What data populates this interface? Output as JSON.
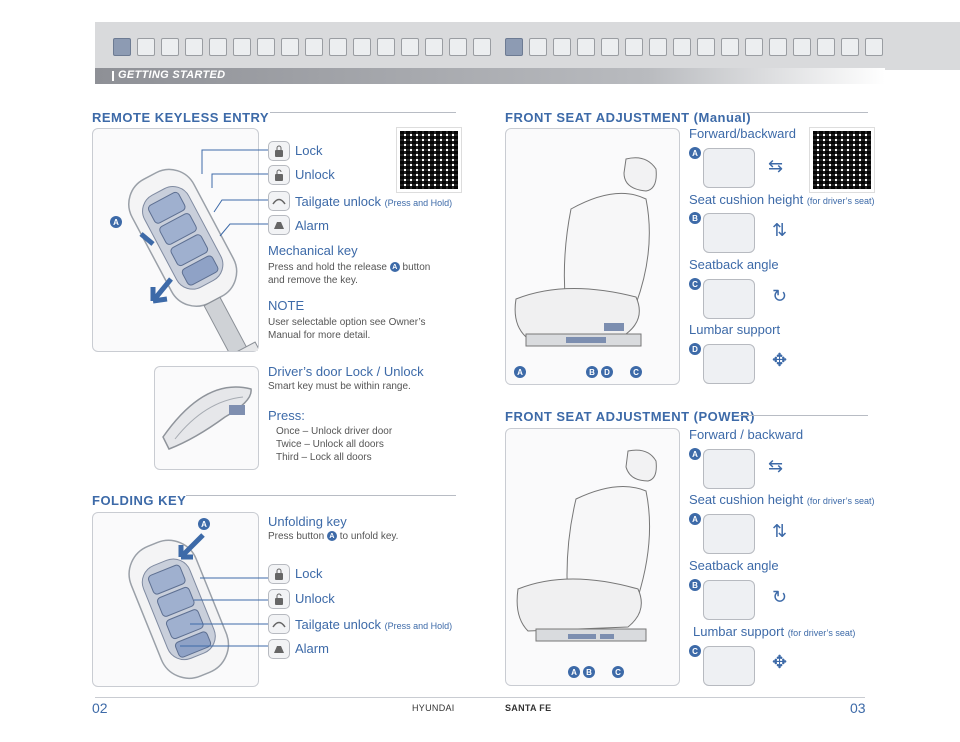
{
  "header": {
    "section": "GETTING STARTED"
  },
  "remote": {
    "title": "REMOTE KEYLESS ENTRY",
    "lock": "Lock",
    "unlock": "Unlock",
    "tailgate": "Tailgate unlock",
    "tailgate_note": "(Press and Hold)",
    "alarm": "Alarm",
    "mech_title": "Mechanical key",
    "mech_body_1": "Press and hold the release",
    "mech_body_2": "button",
    "mech_body_3": "and remove the key.",
    "note_title": "NOTE",
    "note_body": "User selectable option see Owner’s Manual for more detail.",
    "door_title": "Driver’s door Lock / Unlock",
    "door_body": "Smart key must be within range.",
    "press_title": "Press:",
    "press_1": "Once  –  Unlock driver door",
    "press_2": "Twice  –  Unlock all doors",
    "press_3": "Third   –  Lock all doors",
    "badge": "A"
  },
  "folding": {
    "title": "FOLDING KEY",
    "unfold_title": "Unfolding key",
    "unfold_body_1": "Press button",
    "unfold_body_2": "to unfold key.",
    "lock": "Lock",
    "unlock": "Unlock",
    "tailgate": "Tailgate unlock",
    "tailgate_note": "(Press and Hold)",
    "alarm": "Alarm",
    "badge": "A"
  },
  "manual": {
    "title": "FRONT SEAT ADJUSTMENT (Manual)",
    "fb": "Forward/backward",
    "cushion": "Seat cushion height",
    "cushion_note": "(for driver’s seat)",
    "back": "Seatback angle",
    "lumbar": "Lumbar support",
    "b_a": "A",
    "b_b": "B",
    "b_c": "C",
    "b_d": "D"
  },
  "power": {
    "title": "FRONT SEAT ADJUSTMENT (POWER)",
    "fb": "Forward / backward",
    "cushion": "Seat cushion height",
    "cushion_note": "(for driver’s seat)",
    "back": "Seatback angle",
    "lumbar": "Lumbar support",
    "lumbar_note": "(for driver’s seat)",
    "b_a": "A",
    "b_b": "B",
    "b_c": "C"
  },
  "footer": {
    "left_page": "02",
    "right_page": "03",
    "brand": "HYUNDAI",
    "model": "SANTA FE"
  }
}
